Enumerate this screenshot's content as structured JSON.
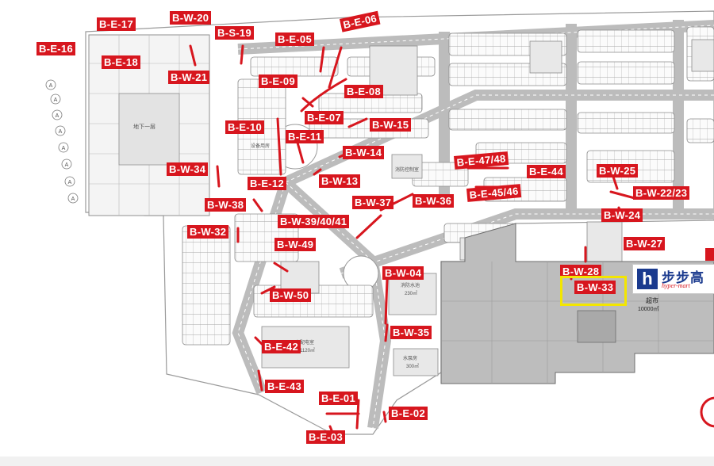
{
  "map": {
    "labels": [
      {
        "id": "B-E-17",
        "text": "B-E-17"
      },
      {
        "id": "B-W-20",
        "text": "B-W-20"
      },
      {
        "id": "B-E-16",
        "text": "B-E-16"
      },
      {
        "id": "B-E-18",
        "text": "B-E-18"
      },
      {
        "id": "B-S-19",
        "text": "B-S-19"
      },
      {
        "id": "B-E-05",
        "text": "B-E-05"
      },
      {
        "id": "B-E-06",
        "text": "B-E-06"
      },
      {
        "id": "B-W-21",
        "text": "B-W-21"
      },
      {
        "id": "B-E-09",
        "text": "B-E-09"
      },
      {
        "id": "B-E-08",
        "text": "B-E-08"
      },
      {
        "id": "B-E-07",
        "text": "B-E-07"
      },
      {
        "id": "B-W-15",
        "text": "B-W-15"
      },
      {
        "id": "B-E-10",
        "text": "B-E-10"
      },
      {
        "id": "B-E-11",
        "text": "B-E-11"
      },
      {
        "id": "B-W-14",
        "text": "B-W-14"
      },
      {
        "id": "B-W-34",
        "text": "B-W-34"
      },
      {
        "id": "B-E-12",
        "text": "B-E-12"
      },
      {
        "id": "B-W-13",
        "text": "B-W-13"
      },
      {
        "id": "B-E-47/48",
        "text": "B-E-47/48"
      },
      {
        "id": "B-E-44",
        "text": "B-E-44"
      },
      {
        "id": "B-W-25",
        "text": "B-W-25"
      },
      {
        "id": "B-E-45/46",
        "text": "B-E-45/46"
      },
      {
        "id": "B-W-22/23",
        "text": "B-W-22/23"
      },
      {
        "id": "B-W-38",
        "text": "B-W-38"
      },
      {
        "id": "B-W-37",
        "text": "B-W-37"
      },
      {
        "id": "B-W-36",
        "text": "B-W-36"
      },
      {
        "id": "B-W-24",
        "text": "B-W-24"
      },
      {
        "id": "B-W-39/40/41",
        "text": "B-W-39/40/41"
      },
      {
        "id": "B-W-32",
        "text": "B-W-32"
      },
      {
        "id": "B-W-27",
        "text": "B-W-27"
      },
      {
        "id": "B-W-49",
        "text": "B-W-49"
      },
      {
        "id": "B-W-04",
        "text": "B-W-04"
      },
      {
        "id": "B-W-28",
        "text": "B-W-28"
      },
      {
        "id": "B-W-33",
        "text": "B-W-33"
      },
      {
        "id": "B-W-50",
        "text": "B-W-50"
      },
      {
        "id": "B-W-35",
        "text": "B-W-35"
      },
      {
        "id": "B-E-42",
        "text": "B-E-42"
      },
      {
        "id": "B-E-43",
        "text": "B-E-43"
      },
      {
        "id": "B-E-01",
        "text": "B-E-01"
      },
      {
        "id": "B-E-02",
        "text": "B-E-02"
      },
      {
        "id": "B-E-03",
        "text": "B-E-03"
      }
    ],
    "highlighted_label": "B-W-33",
    "store": {
      "logo_letter": "h",
      "name_cn": "步步高",
      "name_en": "hyper-mart",
      "area_name": "超市",
      "area_size": "10000㎡"
    },
    "room_texts": {
      "basement": "地下一层",
      "equipment": "设备用房",
      "fire_control": "消防控制室",
      "transformer": "变配电室",
      "fire_pool": "消防水池",
      "pump_room": "水泵房",
      "area_1": "230㎡",
      "area_2": "1120㎡",
      "area_3": "300㎡"
    },
    "axis_marks": [
      "A",
      "A",
      "A",
      "A",
      "A",
      "A",
      "A",
      "A"
    ],
    "colors": {
      "label_red": "#d7161e",
      "highlight_yellow": "#f3e600",
      "store_grey": "#bdbdbd",
      "brand_blue": "#1a3a8e",
      "line_grey": "#9a9a9a"
    }
  }
}
